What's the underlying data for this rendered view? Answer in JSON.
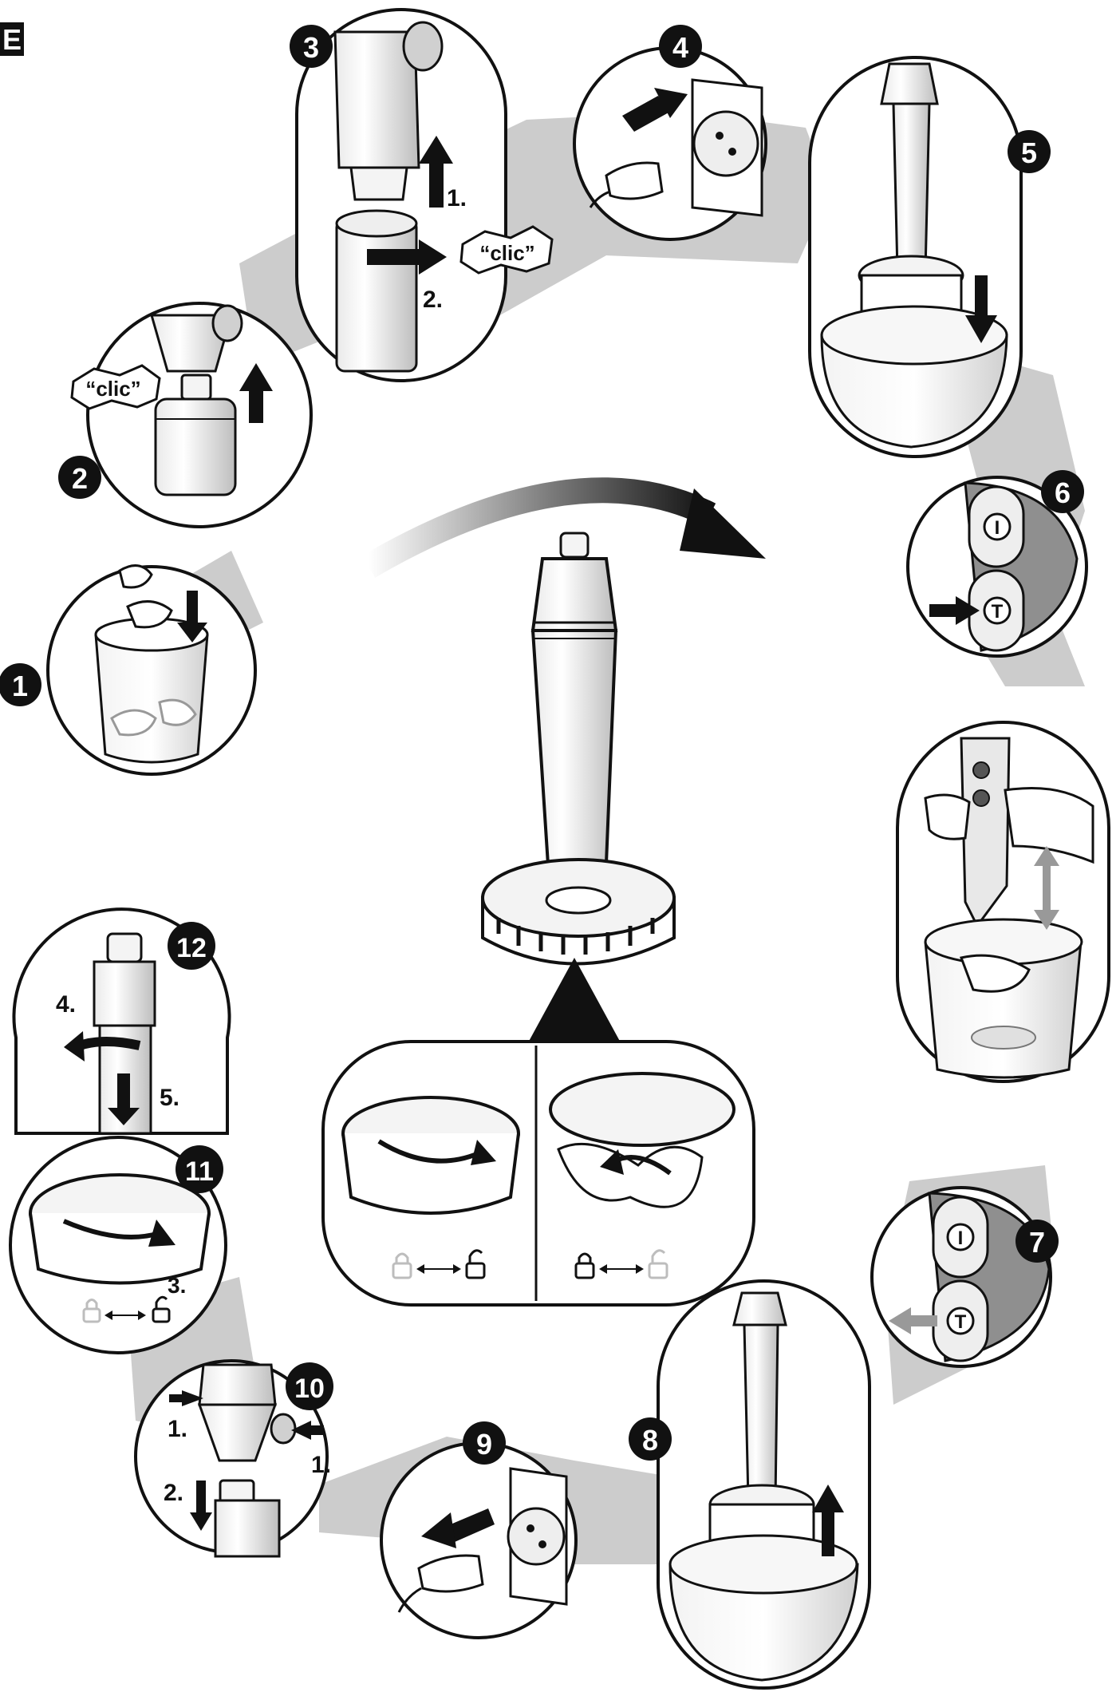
{
  "header": {
    "section_letter": "E"
  },
  "steps": [
    {
      "number": "1"
    },
    {
      "number": "2",
      "sound": "“clic”"
    },
    {
      "number": "3",
      "sound": "“clic”",
      "sub_a": "1.",
      "sub_b": "2."
    },
    {
      "number": "4"
    },
    {
      "number": "5"
    },
    {
      "number": "6"
    },
    {
      "number": "7"
    },
    {
      "number": "8"
    },
    {
      "number": "9"
    },
    {
      "number": "10",
      "sub_a": "1.",
      "sub_b": "1.",
      "sub_c": "2."
    },
    {
      "number": "11",
      "sub_a": "3."
    },
    {
      "number": "12",
      "sub_a": "4.",
      "sub_b": "5."
    }
  ],
  "buttons": {
    "speed_button": "I",
    "turbo_button": "T"
  },
  "colors": {
    "ink": "#111111",
    "shadow": "#c9c9c9",
    "panel_bg": "#ffffff",
    "faded_lock": "#bdbdbd",
    "button_grey": "#8f8f8f"
  },
  "icons": {
    "lock": "lock-icon",
    "unlock": "unlock-icon",
    "double_arrow": "double-arrow-icon"
  }
}
